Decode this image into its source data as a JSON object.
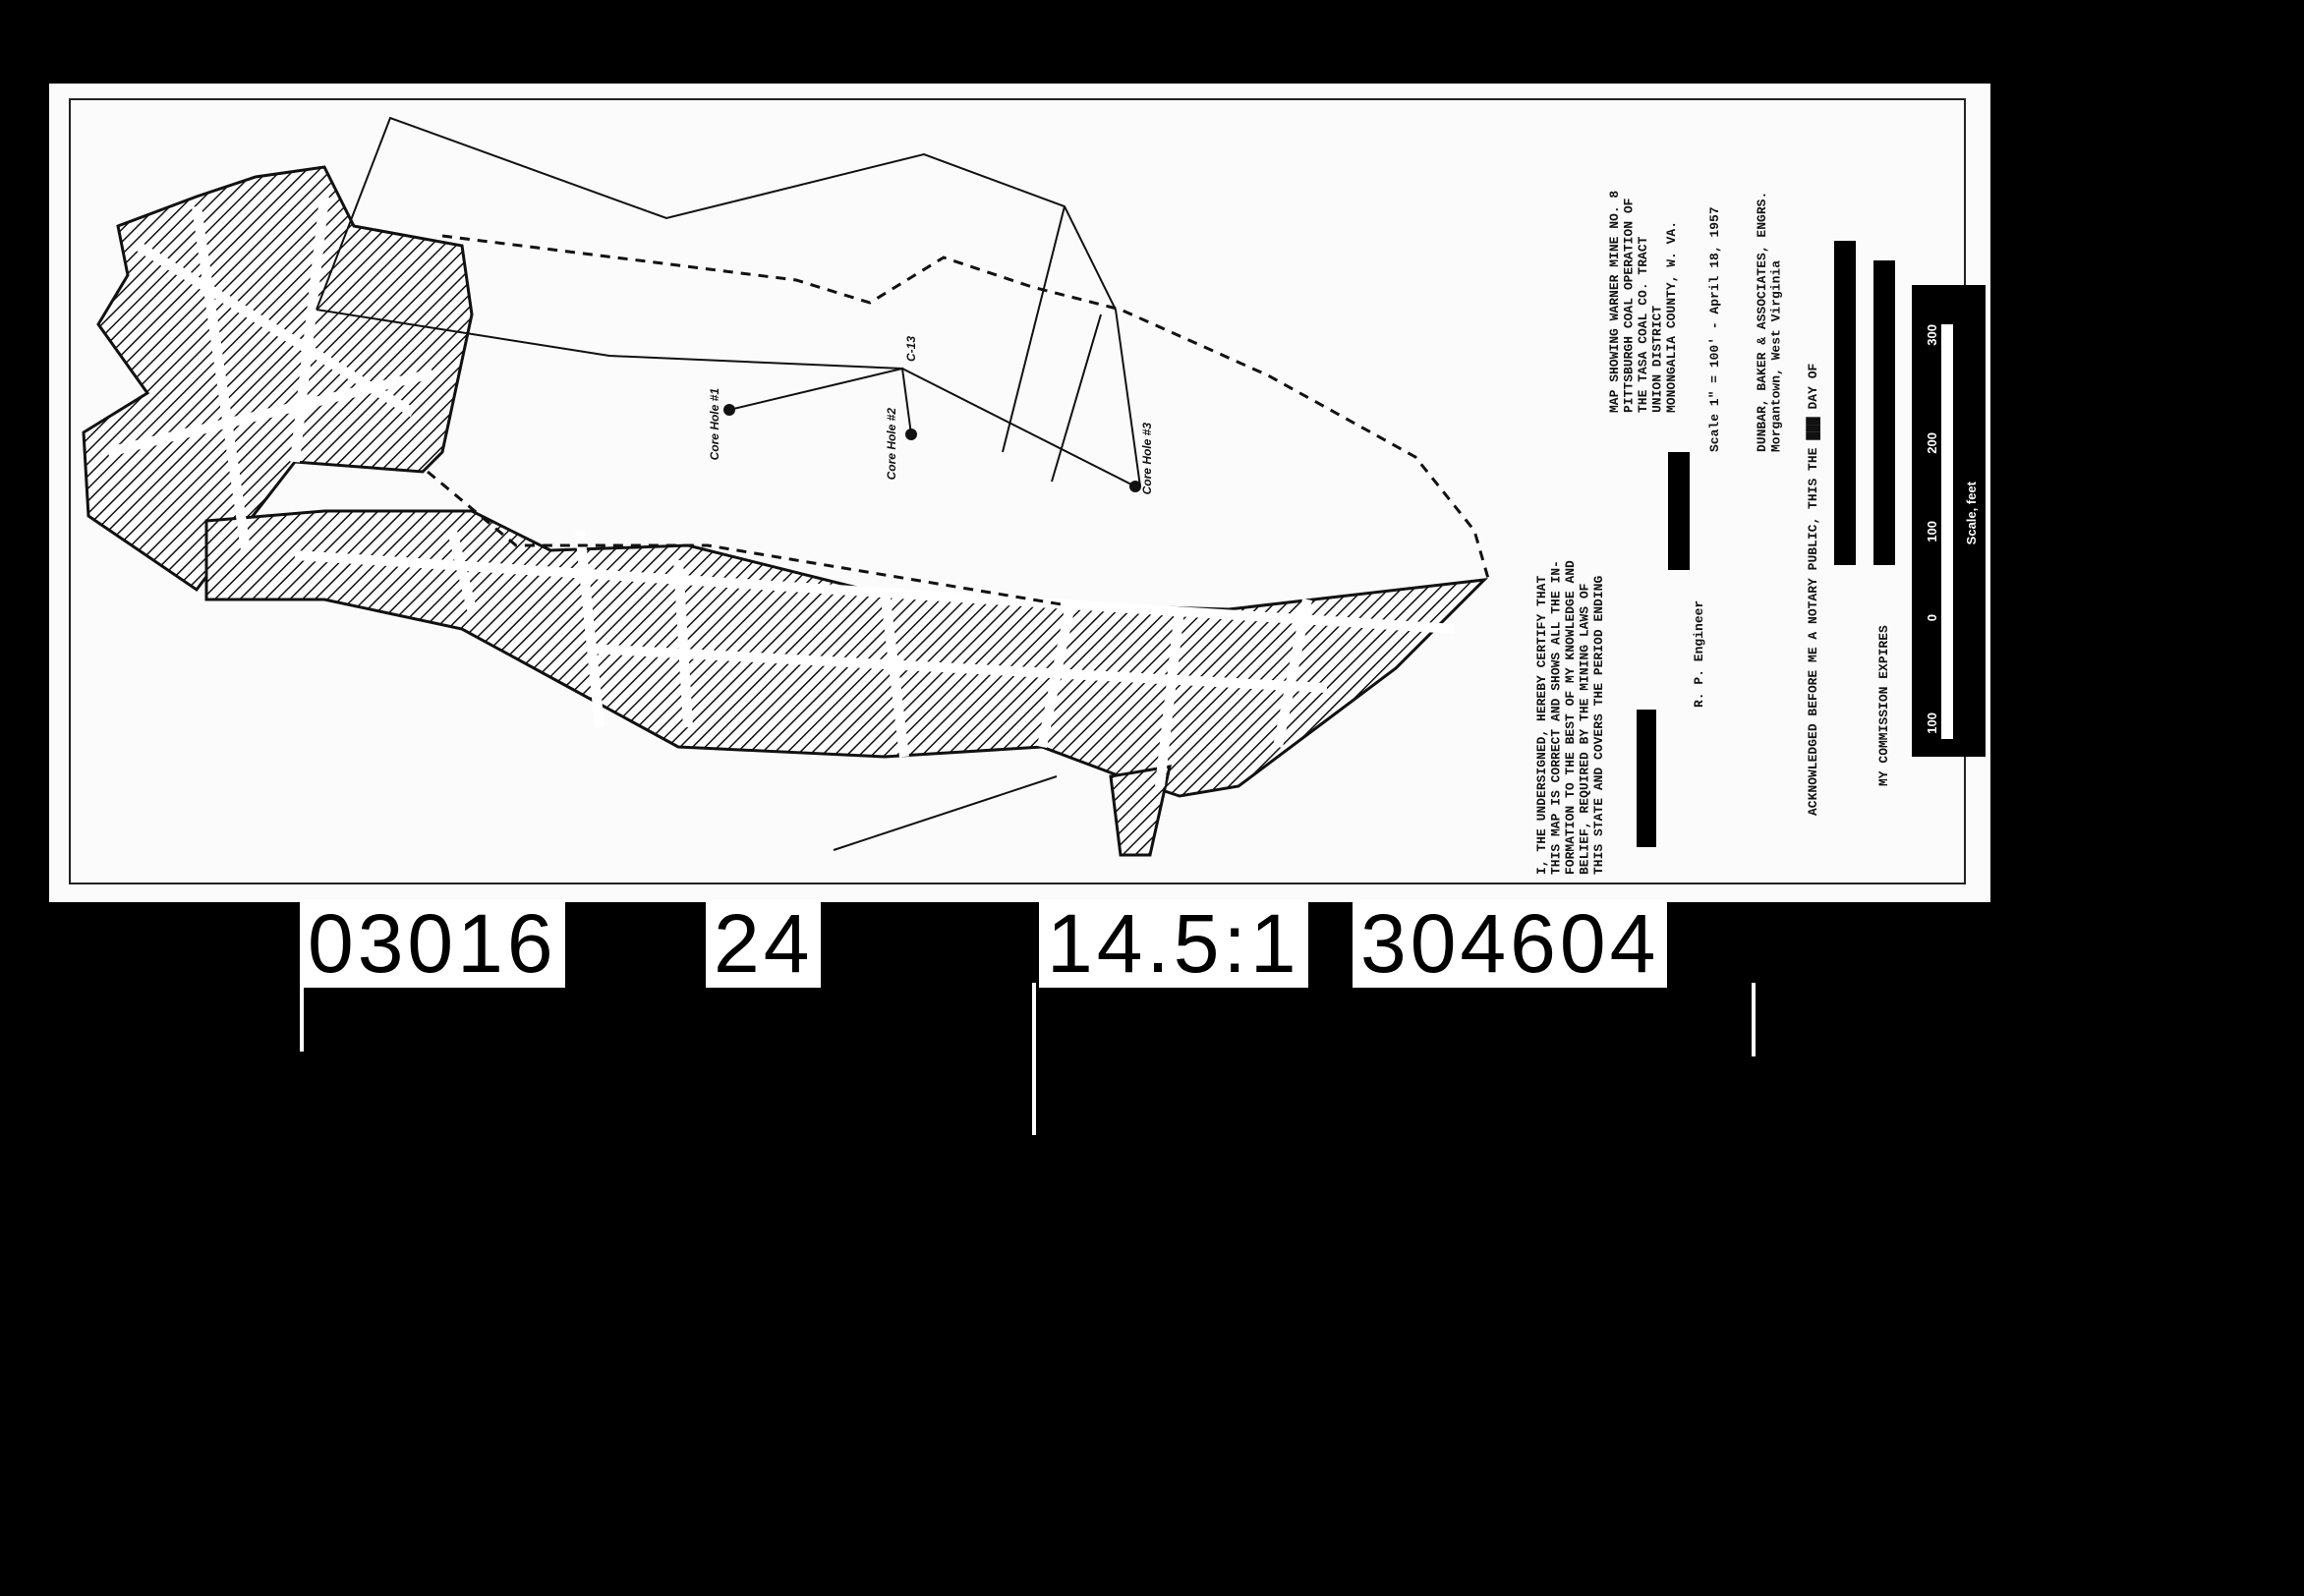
{
  "map": {
    "title_block": [
      "MAP SHOWING WARNER MINE NO. 8",
      "PITTSBURGH COAL OPERATION OF",
      "THE TASA COAL CO. TRACT",
      "UNION DISTRICT",
      "MONONGALIA COUNTY, W. VA."
    ],
    "scale_date": "Scale 1\" = 100' - April 18, 1957",
    "engineers": [
      "DUNBAR, BAKER & ASSOCIATES, ENGRS.",
      "Morgantown, West Virginia"
    ],
    "certification": [
      "I, THE UNDERSIGNED, HEREBY CERTIFY THAT",
      "THIS MAP IS CORRECT AND SHOWS ALL THE IN-",
      "FORMATION TO THE BEST OF MY KNOWLEDGE AND",
      "BELIEF, REQUIRED BY THE MINING LAWS OF",
      "THIS STATE AND COVERS THE PERIOD ENDING"
    ],
    "engineer_title": "R. P. Engineer",
    "acknowledged": "ACKNOWLEDGED BEFORE ME A NOTARY PUBLIC, THIS THE",
    "day_of": "DAY OF",
    "commission": "MY COMMISSION EXPIRES",
    "scale_bar": {
      "label": "Scale, feet",
      "ticks": [
        "100",
        "0",
        "100",
        "200",
        "300"
      ]
    },
    "core_holes": [
      "Core Hole #1",
      "Core Hole #2",
      "Core Hole #3"
    ],
    "station": "C-13"
  },
  "film_labels": [
    "03016",
    "24",
    "14.5:1",
    "304604"
  ]
}
